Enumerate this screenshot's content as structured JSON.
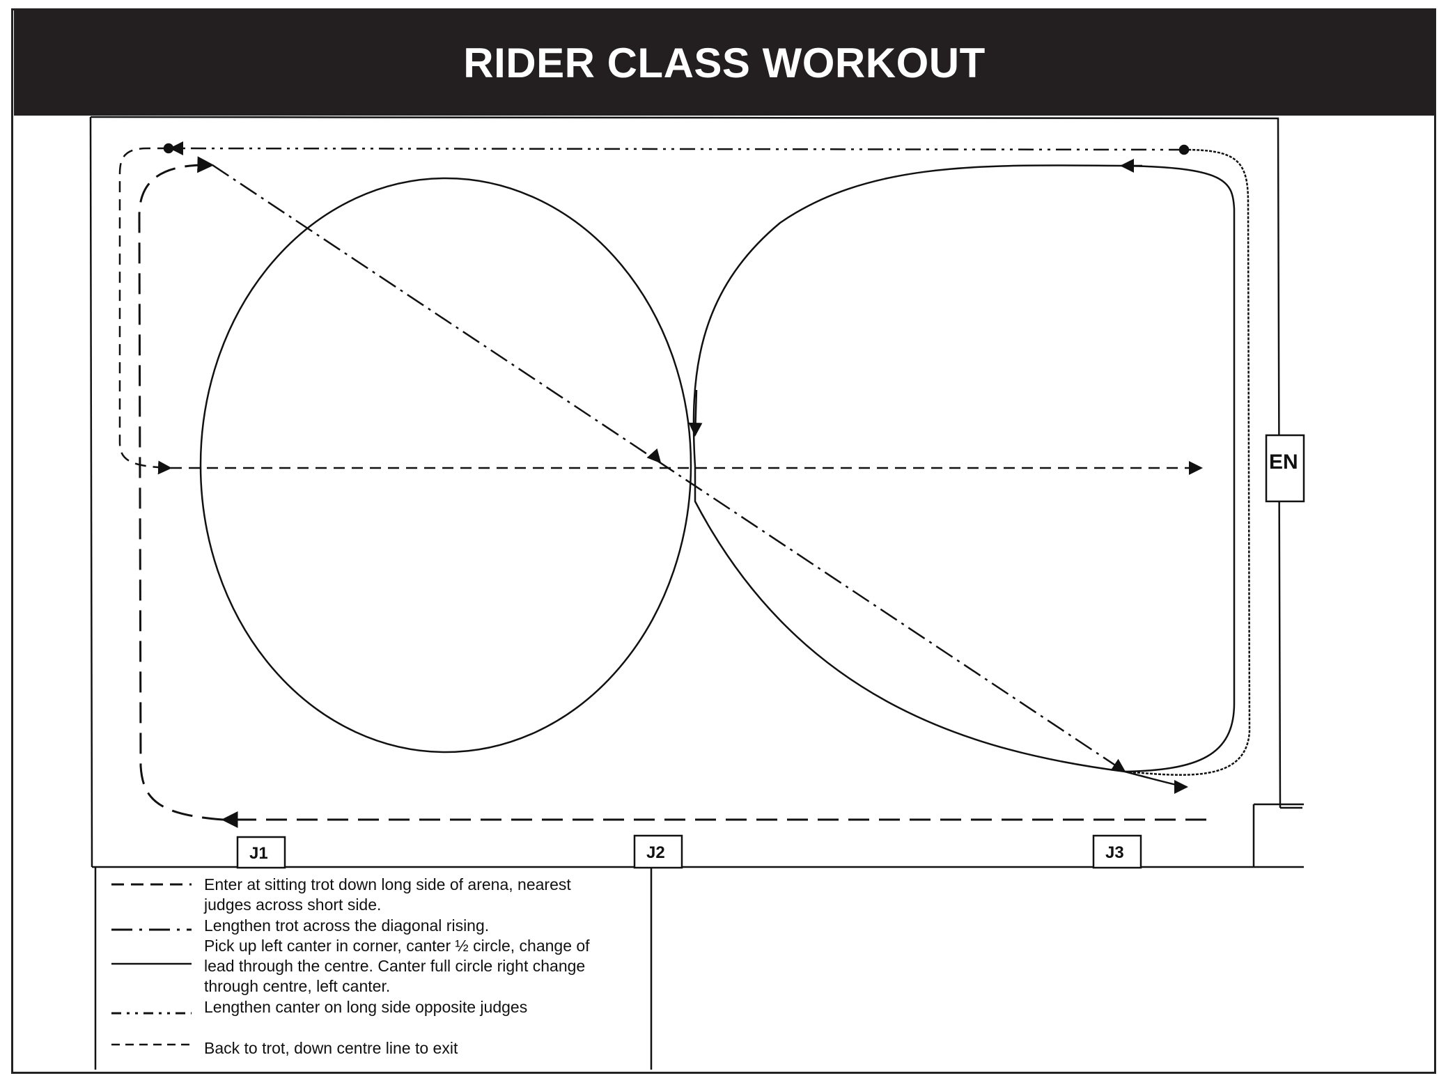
{
  "title": "RIDER CLASS WORKOUT",
  "judges": [
    {
      "id": "j1",
      "label": "J1"
    },
    {
      "id": "j2",
      "label": "J2"
    },
    {
      "id": "j3",
      "label": "J3"
    }
  ],
  "entry_label": "EN",
  "legend": [
    {
      "style": "long-dash",
      "lines": [
        "Enter at sitting trot down long side of arena, nearest",
        "judges across short side."
      ]
    },
    {
      "style": "dash-dot",
      "lines": [
        "Lengthen trot across the diagonal rising."
      ]
    },
    {
      "style": "solid",
      "lines": [
        "Pick up left canter in corner, canter ½ circle, change of",
        "lead through the centre. Canter full circle right change",
        "through centre, left canter."
      ]
    },
    {
      "style": "dash-dot-dot",
      "lines": [
        " Lengthen canter on long side opposite judges"
      ]
    },
    {
      "style": "short-dash",
      "lines": [
        "Back to trot, down centre line to exit"
      ]
    }
  ],
  "colors": {
    "header_bg": "#231f20",
    "header_text": "#ffffff",
    "line": "#111111"
  }
}
